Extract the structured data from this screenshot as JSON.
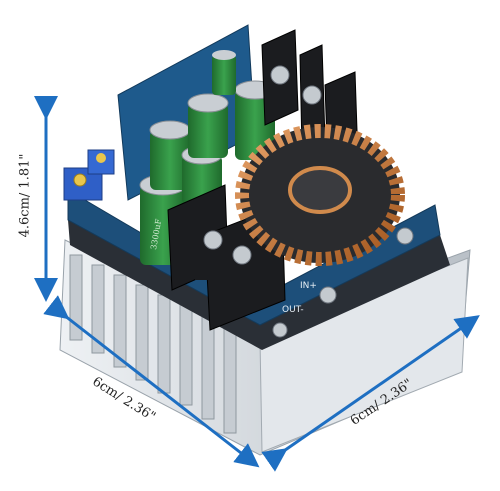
{
  "dimensions": {
    "height": "4.6cm/ 1.81\"",
    "width_left": "6cm/ 2.36\"",
    "width_right": "6cm/ 2.36\""
  },
  "colors": {
    "arrow": "#1e6fc2",
    "pcb": "#1d4f7a",
    "heatsink": "#d8dde2",
    "copper": "#c9773a",
    "capacitor": "#2f8a3e"
  },
  "board_markings": {
    "capacitor_text": "3300uF",
    "out_label": "OUT-",
    "in_label": "IN+"
  },
  "icons": [
    "dimension-arrow-icon"
  ]
}
